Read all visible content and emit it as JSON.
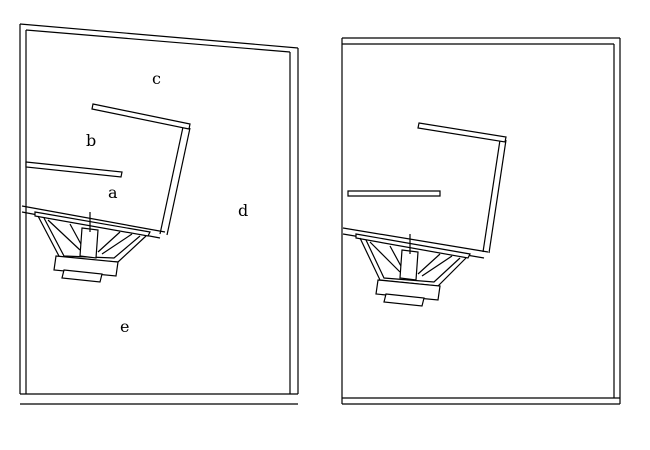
{
  "labels": {
    "a": "a",
    "b": "b",
    "c": "c",
    "d": "d",
    "e": "e"
  },
  "colors": {
    "line": "#000000",
    "background": "#ffffff"
  }
}
